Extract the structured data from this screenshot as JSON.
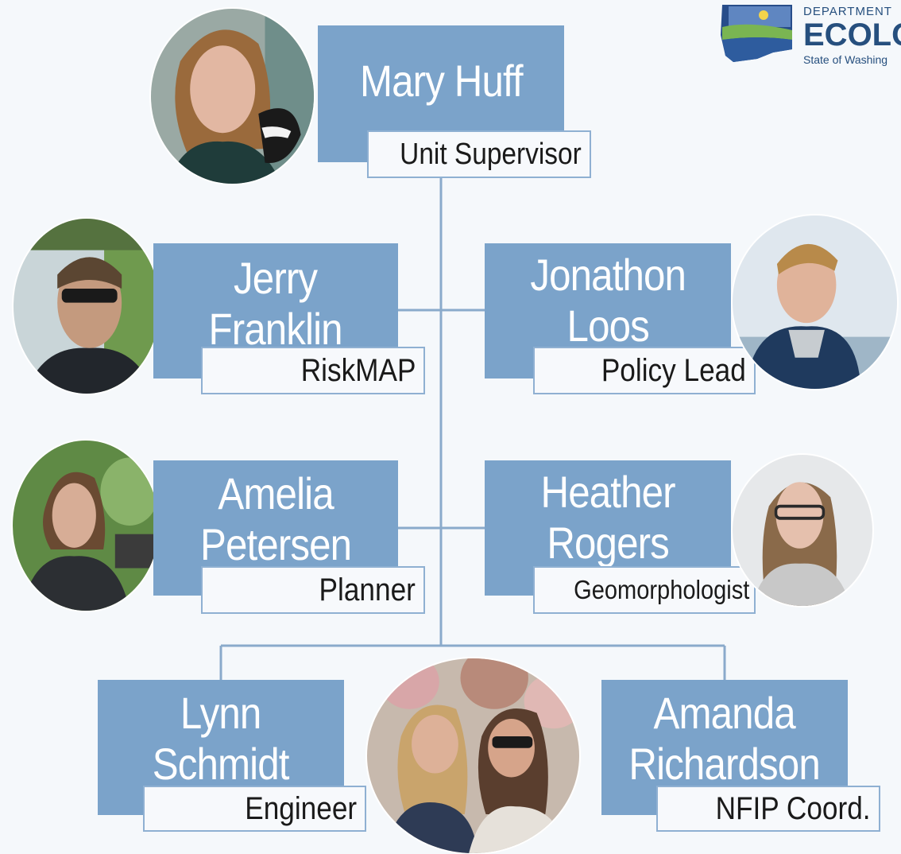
{
  "logo": {
    "line1": "DEPARTMENT",
    "line2": "ECOLOG",
    "line3": "State of Washing"
  },
  "supervisor": {
    "name": "Mary Huff",
    "title": "Unit Supervisor"
  },
  "members": [
    {
      "name": "Jerry\nFranklin",
      "title": "RiskMAP"
    },
    {
      "name": "Jonathon\nLoos",
      "title": "Policy Lead"
    },
    {
      "name": "Amelia\nPetersen",
      "title": "Planner"
    },
    {
      "name": "Heather\nRogers",
      "title": "Geomorphologist"
    },
    {
      "name": "Lynn\nSchmidt",
      "title": "Engineer"
    },
    {
      "name": "Amanda\nRichardson",
      "title": "NFIP Coord."
    }
  ],
  "colors": {
    "box": "#7ba3ca",
    "connector": "#8aaacb",
    "title_border": "#8fb0d2"
  }
}
